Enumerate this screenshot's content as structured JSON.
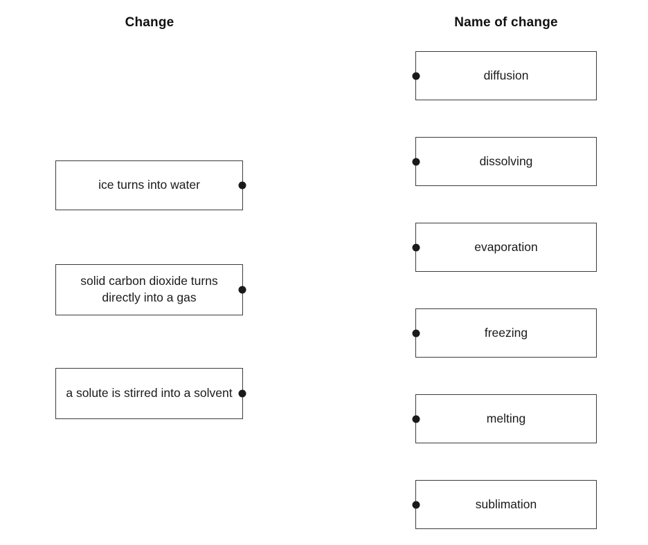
{
  "headings": {
    "left": "Change",
    "right": "Name of change"
  },
  "left_column": {
    "items": [
      {
        "label": "ice turns into water"
      },
      {
        "label": "solid carbon dioxide turns directly into a gas"
      },
      {
        "label": "a solute is stirred into a solvent"
      }
    ]
  },
  "right_column": {
    "items": [
      {
        "label": "diffusion"
      },
      {
        "label": "dissolving"
      },
      {
        "label": "evaporation"
      },
      {
        "label": "freezing"
      },
      {
        "label": "melting"
      },
      {
        "label": "sublimation"
      }
    ]
  },
  "colors": {
    "background": "#ffffff",
    "border": "#3a3a3a",
    "text": "#1a1a1a",
    "dot": "#1a1a1a"
  }
}
